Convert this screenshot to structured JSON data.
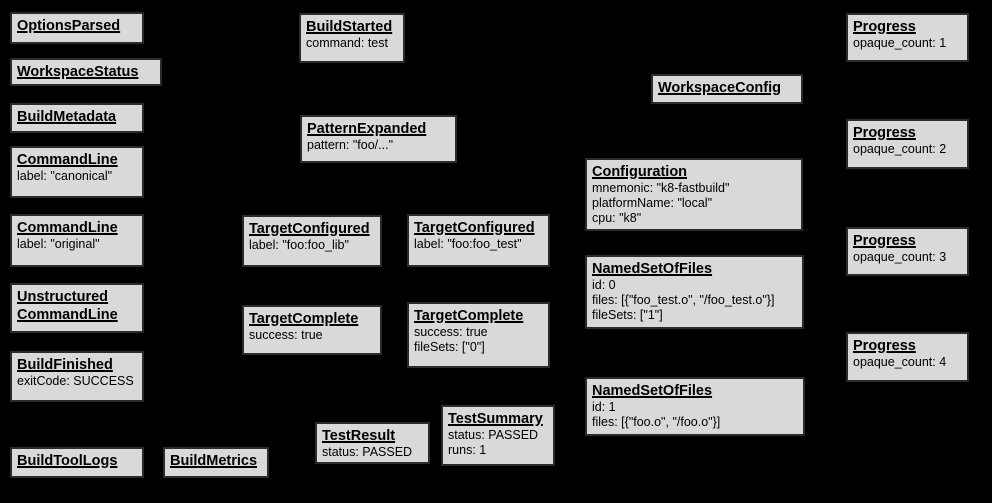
{
  "diagram": {
    "name": "Build Event Protocol event graph",
    "background_color": "#000000",
    "node_fill_color": "#d9d9d9",
    "node_border_color": "#2b2b2b",
    "node_text_color": "#000000"
  },
  "nodes": [
    {
      "title": "OptionsParsed",
      "lines": []
    },
    {
      "title": "WorkspaceStatus",
      "lines": []
    },
    {
      "title": "BuildMetadata",
      "lines": []
    },
    {
      "title": "CommandLine",
      "lines": [
        "label: \"canonical\""
      ]
    },
    {
      "title": "CommandLine",
      "lines": [
        "label: \"original\""
      ]
    },
    {
      "title": "Unstructured\nCommandLine",
      "lines": []
    },
    {
      "title": "BuildFinished",
      "lines": [
        "exitCode: SUCCESS"
      ]
    },
    {
      "title": "BuildToolLogs",
      "lines": []
    },
    {
      "title": "BuildMetrics",
      "lines": []
    },
    {
      "title": "BuildStarted",
      "lines": [
        "command: test"
      ]
    },
    {
      "title": "PatternExpanded",
      "lines": [
        "pattern: \"foo/...\""
      ]
    },
    {
      "title": "TargetConfigured",
      "lines": [
        "label: \"foo:foo_lib\""
      ]
    },
    {
      "title": "TargetConfigured",
      "lines": [
        "label: \"foo:foo_test\""
      ]
    },
    {
      "title": "TargetComplete",
      "lines": [
        "success: true"
      ]
    },
    {
      "title": "TargetComplete",
      "lines": [
        "success: true",
        "fileSets: [\"0\"]"
      ]
    },
    {
      "title": "TestResult",
      "lines": [
        "status: PASSED"
      ]
    },
    {
      "title": "TestSummary",
      "lines": [
        "status: PASSED",
        "runs: 1"
      ]
    },
    {
      "title": "WorkspaceConfig",
      "lines": []
    },
    {
      "title": "Configuration",
      "lines": [
        "mnemonic: \"k8-fastbuild\"",
        "platformName: \"local\"",
        "cpu: \"k8\""
      ]
    },
    {
      "title": "NamedSetOfFiles",
      "lines": [
        "id: 0",
        "files: [{\"foo_test.o\", \"/foo_test.o\"}]",
        "fileSets: [\"1\"]"
      ]
    },
    {
      "title": "NamedSetOfFiles",
      "lines": [
        "id: 1",
        "files: [{\"foo.o\", \"/foo.o\"}]"
      ]
    },
    {
      "title": "Progress",
      "lines": [
        "opaque_count: 1"
      ]
    },
    {
      "title": "Progress",
      "lines": [
        "opaque_count: 2"
      ]
    },
    {
      "title": "Progress",
      "lines": [
        "opaque_count: 3"
      ]
    },
    {
      "title": "Progress",
      "lines": [
        "opaque_count: 4"
      ]
    }
  ]
}
